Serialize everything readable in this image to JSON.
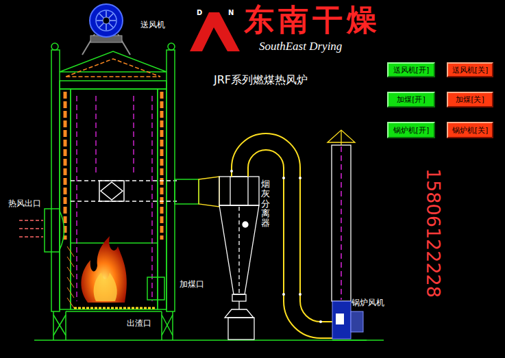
{
  "diagram": {
    "title": "JRF系列燃煤热风炉",
    "nodes": [
      {
        "text": [
          "送风机[开]"
        ]
      },
      {
        "text": [
          "送风机[关]"
        ]
      },
      {
        "text": [
          "加煤[开]"
        ]
      },
      {
        "text": [
          "加煤[关]"
        ]
      },
      {
        "text": [
          "锅炉机[开]"
        ]
      },
      {
        "text": [
          "锅炉机[关]"
        ]
      }
    ],
    "labels": [
      "送风机",
      "D",
      "N",
      "东南干燥",
      "SouthEast Drying",
      "热风出口",
      "烟灰分离器",
      "加煤口",
      "出渣口",
      "锅炉风机",
      "15806122228"
    ]
  }
}
